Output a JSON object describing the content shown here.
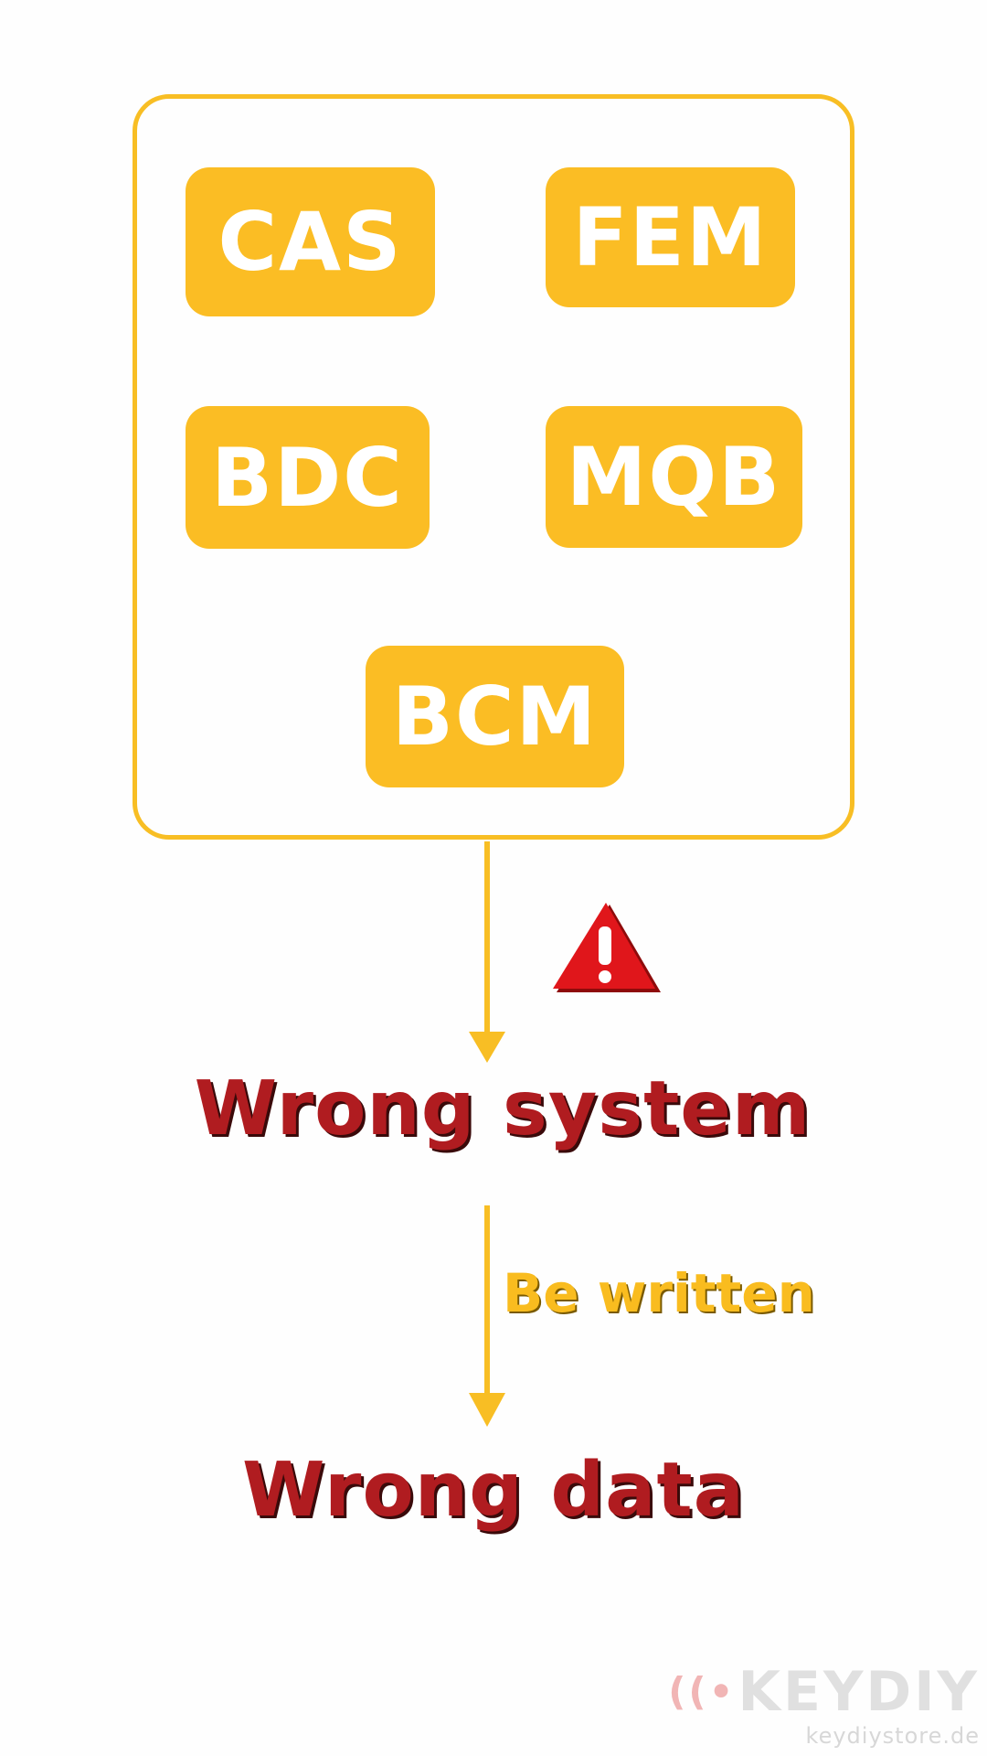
{
  "systems": [
    "CAS",
    "FEM",
    "BDC",
    "MQB",
    "BCM"
  ],
  "flow": {
    "first_result": "Wrong system",
    "edge_label": "Be written",
    "second_result": "Wrong data"
  },
  "icons": {
    "warning": "warning-triangle-icon"
  },
  "colors": {
    "accent_yellow": "#fbbd24",
    "result_red": "#b01c20",
    "warning_red": "#e0161b"
  },
  "brand": {
    "name": "KEYDIY",
    "url": "keydiystore.de"
  }
}
